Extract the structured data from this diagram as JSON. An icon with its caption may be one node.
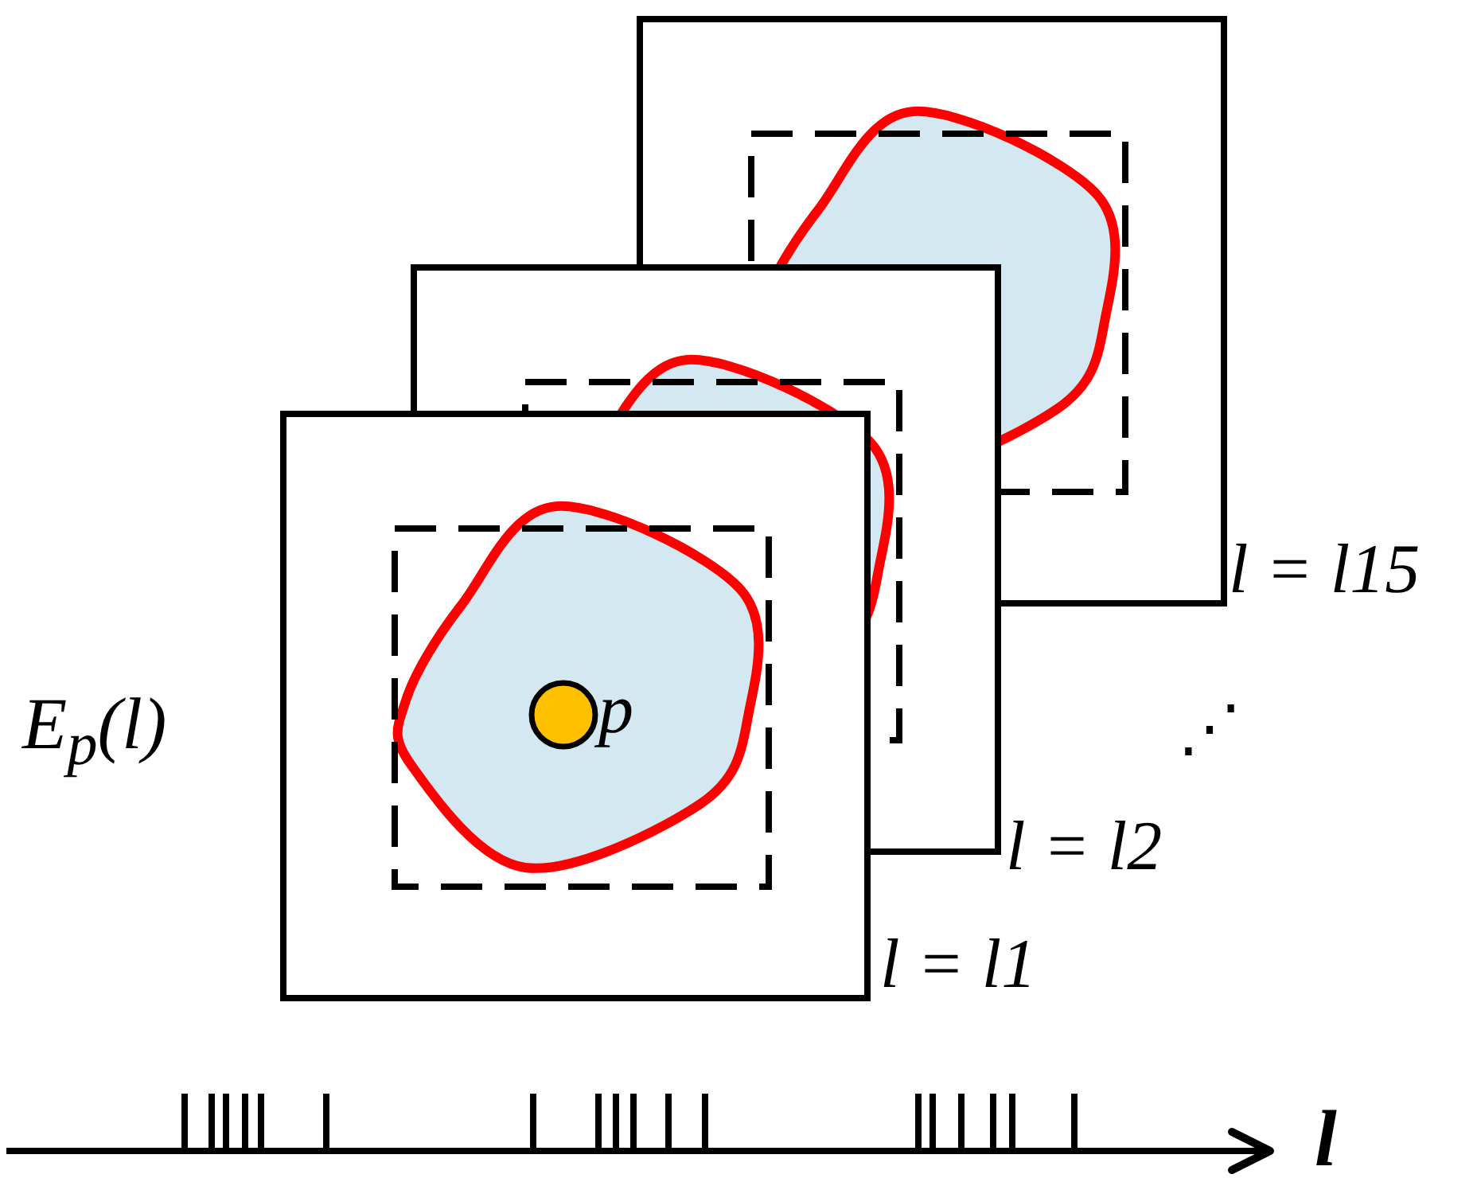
{
  "diagram": {
    "labels": [
      "l = l15",
      "E$_{p}$(l)",
      "p",
      "⋰",
      "l = l2",
      "l = l1",
      "l"
    ]
  }
}
